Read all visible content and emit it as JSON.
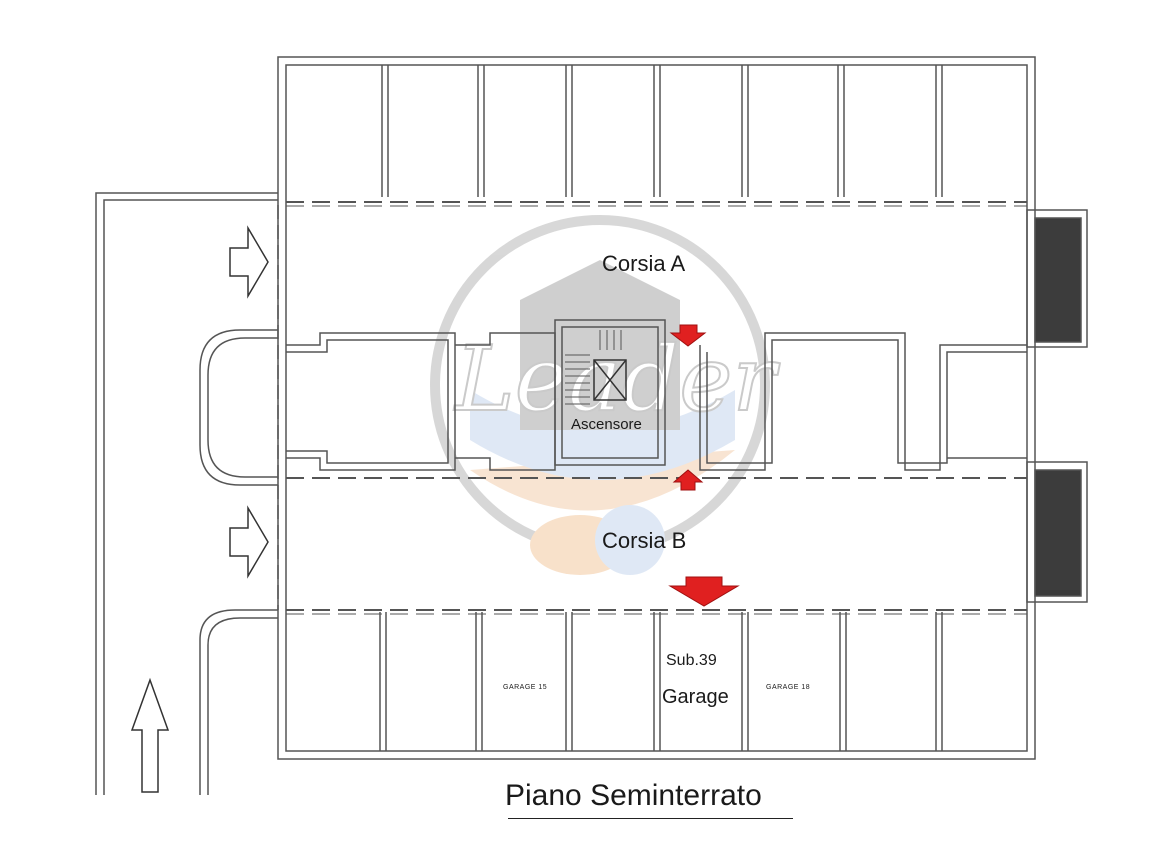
{
  "title": "Piano Seminterrato",
  "aisles": {
    "corsia_a": "Corsia A",
    "corsia_b": "Corsia B"
  },
  "elevator_label": "Ascensore",
  "unit": {
    "sub": "Sub.39",
    "type": "Garage"
  },
  "garage_labels": {
    "garage_15": "GARAGE 15",
    "garage_18": "GARAGE 18"
  },
  "watermark": {
    "text": "Leader",
    "colors": [
      "#9aa0a6",
      "#b9cde6",
      "#f3c9a0"
    ]
  },
  "colors": {
    "wall": "#555555",
    "arrow_red": "#e02020",
    "ramp_dark": "#3c3c3c"
  },
  "icons": [
    "entry-arrow-icon",
    "red-arrow-icon",
    "up-arrow-icon",
    "elevator-icon"
  ]
}
